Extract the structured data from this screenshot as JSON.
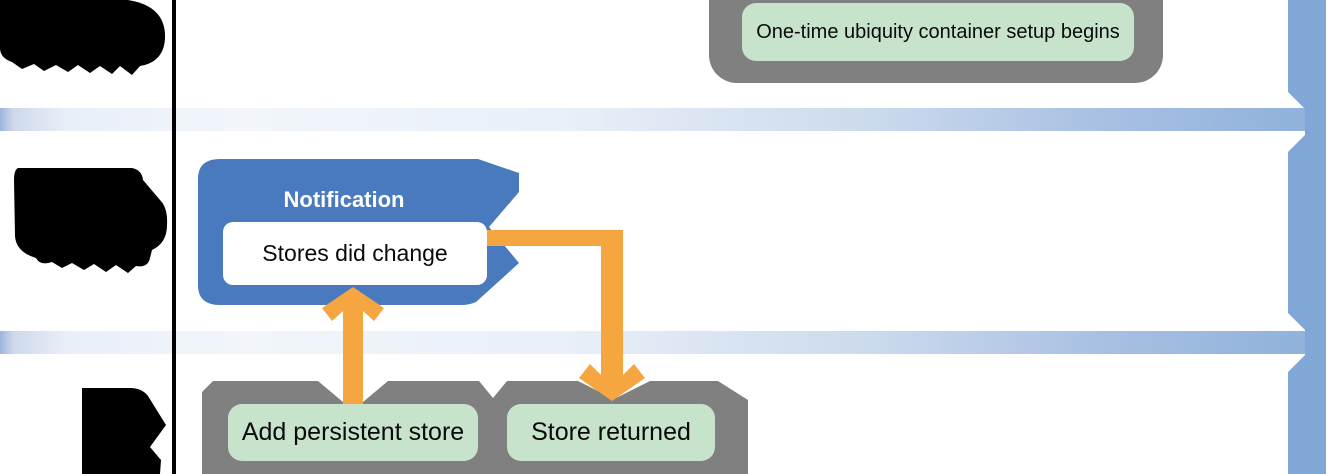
{
  "labels": {
    "setup_banner": "One-time ubiquity container setup begins",
    "notification_title": "Notification",
    "notification_message": "Stores did change",
    "add_persistent_store": "Add persistent store",
    "store_returned": "Store returned"
  },
  "redactions": {
    "count": 3,
    "style": "black-marker-over-lane-labels"
  },
  "icons": {
    "up_arrow": "orange-up-arrow",
    "elbow_down_arrow": "orange-elbow-down-arrow",
    "timeline_bar": "blue-vertical-timeline-bar"
  },
  "colors": {
    "bubble-blue": "#4a7abe",
    "bar-blue": "#81a7d6",
    "band-light": "#eef3fa",
    "band-deep": "#8db0da",
    "orange": "#f5a640",
    "green": "#c8e3cc",
    "gray": "#808080",
    "ink": "#0a0a0a",
    "redaction": "#000000"
  }
}
